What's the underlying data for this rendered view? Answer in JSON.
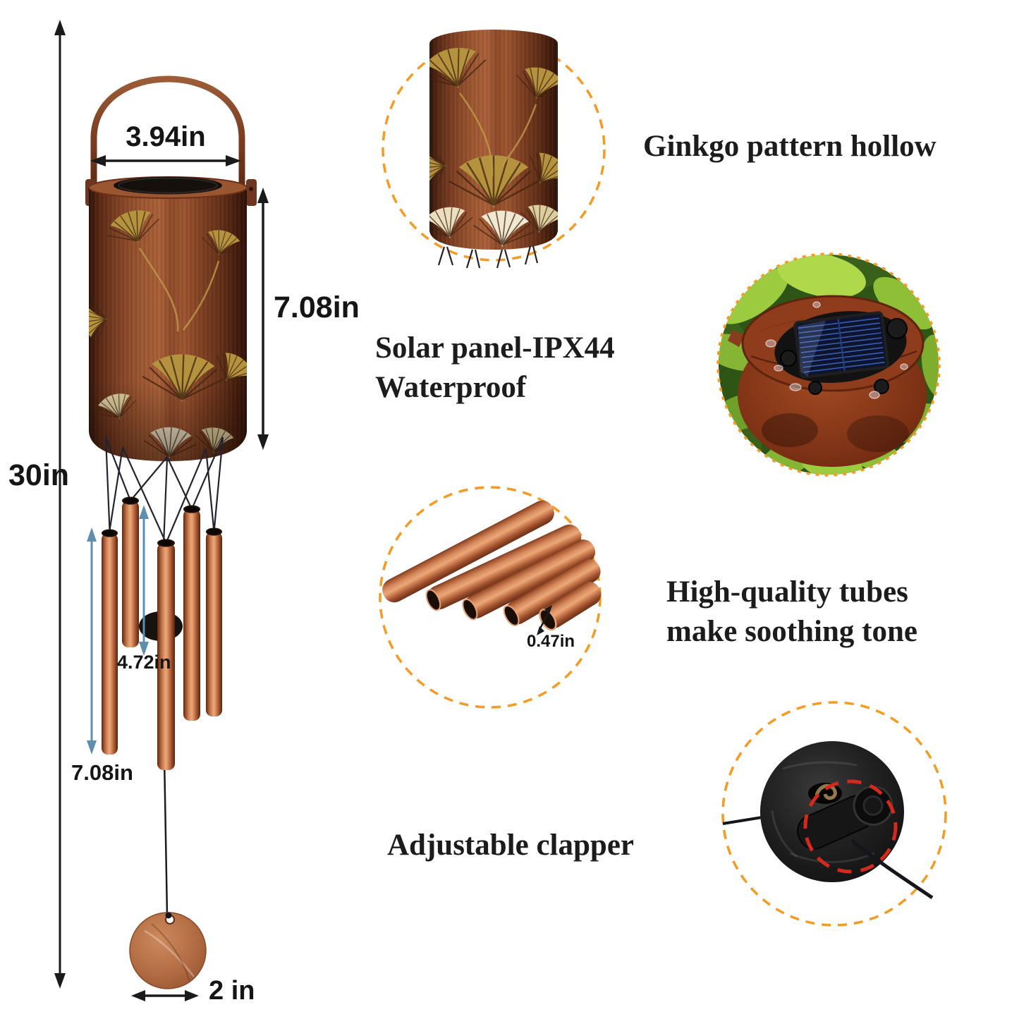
{
  "dimension_labels": {
    "overall_height": "30in",
    "hanger_width": "3.94in",
    "lantern_height": "7.08in",
    "short_tube": "4.72in",
    "long_tube": "7.08in",
    "pendant_width": "2 in",
    "tube_diameter": "0.47in"
  },
  "callouts": {
    "ginkgo": {
      "label": "Ginkgo pattern hollow"
    },
    "solar": {
      "label_line1": "Solar panel-IPX44",
      "label_line2": "Waterproof"
    },
    "tubes": {
      "label_line1": "High-quality tubes",
      "label_line2": "make soothing tone"
    },
    "clapper": {
      "label": "Adjustable clapper"
    }
  },
  "colors": {
    "accent_dashed_circle": "#F59A23",
    "red_highlight_circle": "#D42A1E",
    "dimension_arrow_black": "#1a1a1a",
    "dimension_arrow_blue": "#5E8FAE",
    "copper_body": "#8a4a2a",
    "tube_copper": "#c1714a"
  }
}
